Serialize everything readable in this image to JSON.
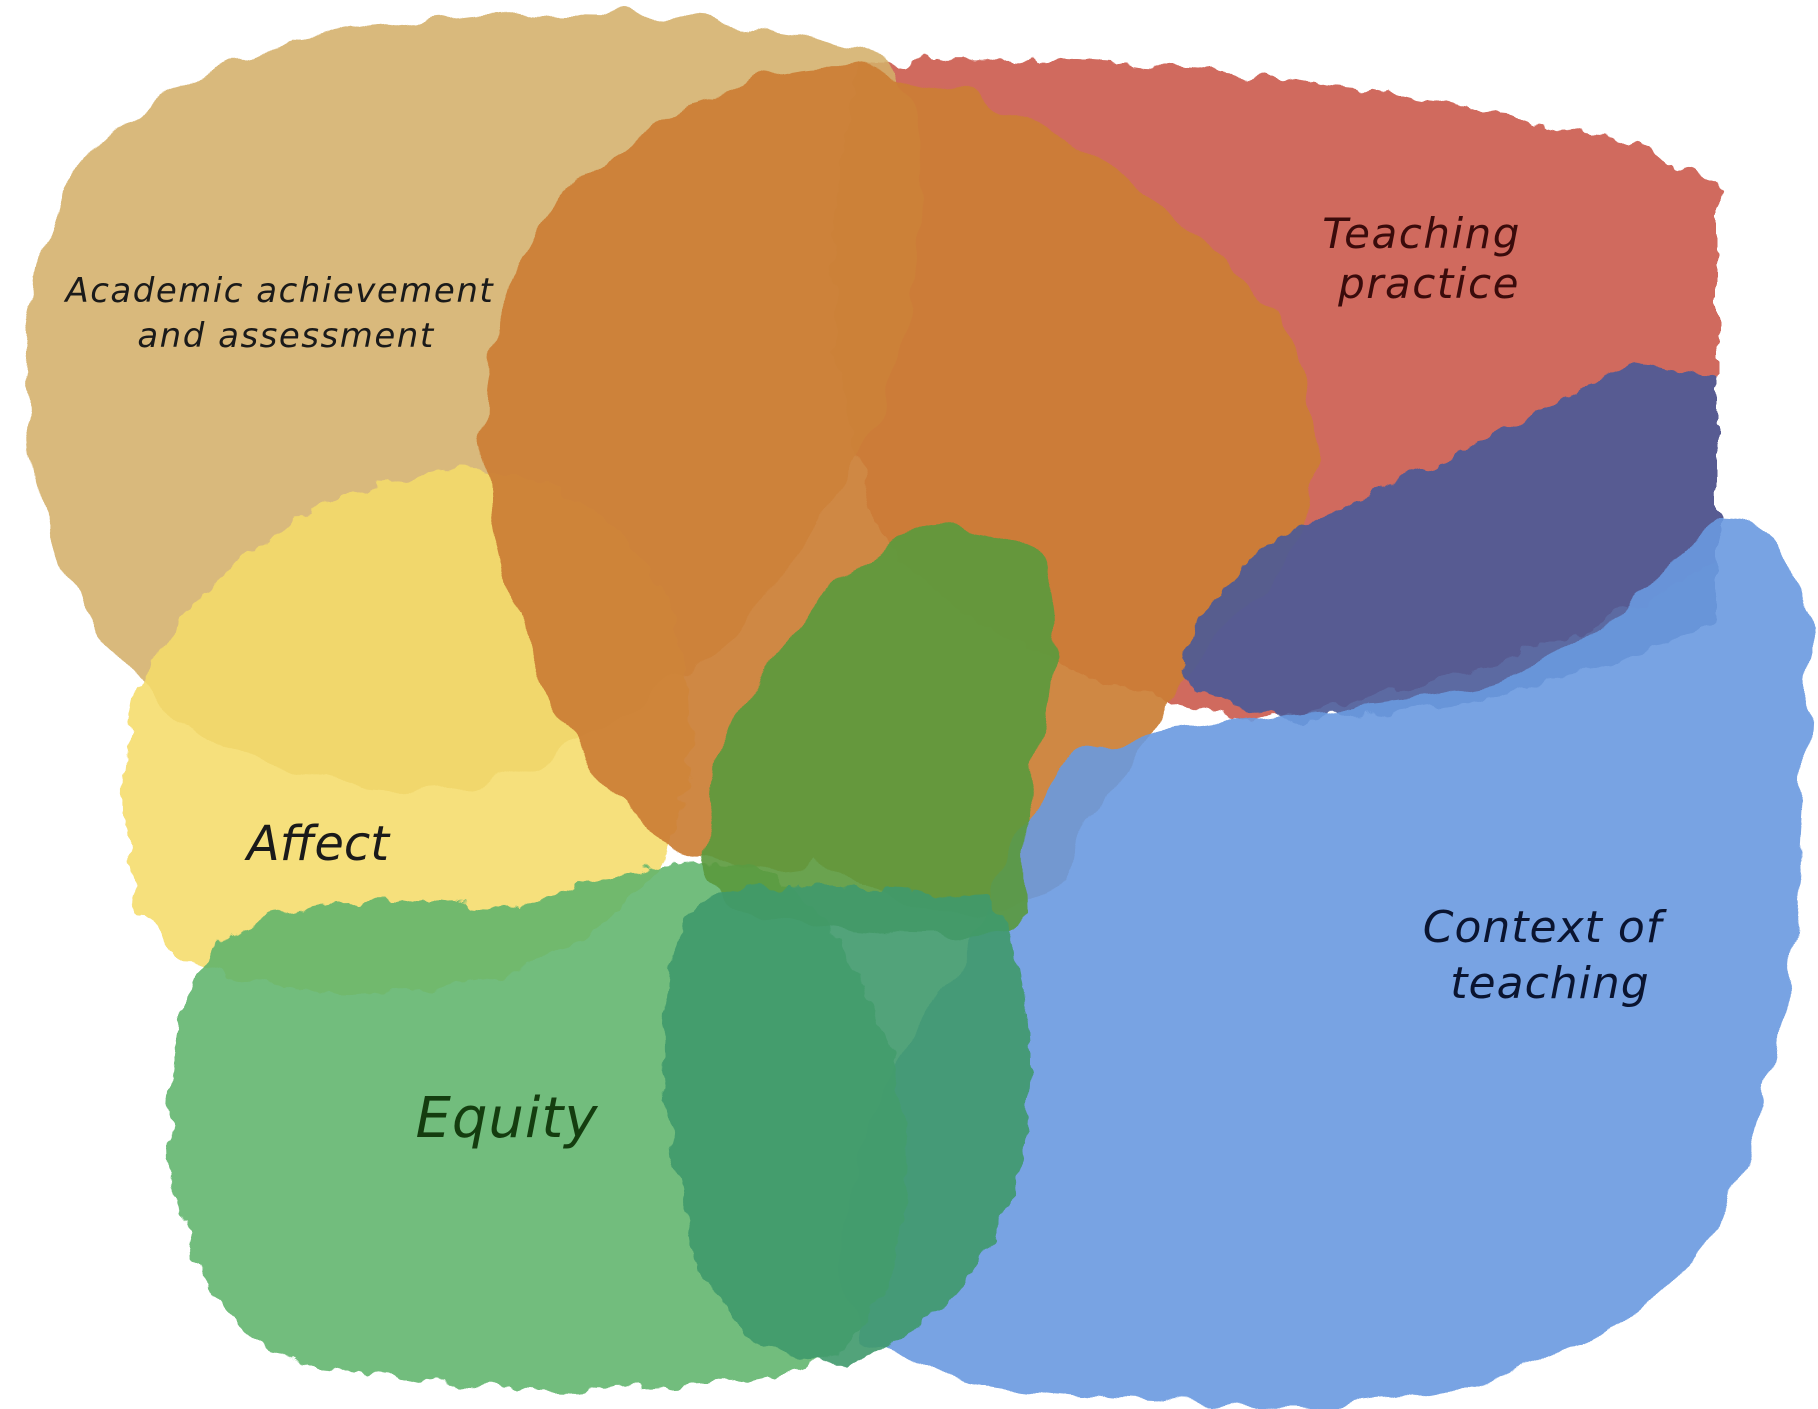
{
  "diagram": {
    "regions": [
      {
        "id": "academic",
        "lines": [
          "Academic achievement",
          "and assessment"
        ],
        "color": "#d4b06a"
      },
      {
        "id": "teaching",
        "lines": [
          "Teaching",
          "practice"
        ],
        "color": "#cc5a4e"
      },
      {
        "id": "affect",
        "lines": [
          "Affect"
        ],
        "color": "#f5dc6a"
      },
      {
        "id": "equity",
        "lines": [
          "Equity"
        ],
        "color": "#5fb46c"
      },
      {
        "id": "context",
        "lines": [
          "Context of",
          "teaching"
        ],
        "color": "#6a9ae0"
      }
    ],
    "overlap_colors": {
      "academic_teaching": "#cc7e35",
      "teaching_context": "#4c5a98",
      "equity_context": "#3f9a6c",
      "academic_equity": "#5a9a3e"
    }
  }
}
